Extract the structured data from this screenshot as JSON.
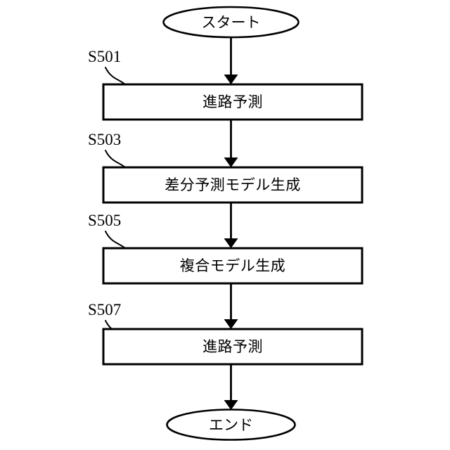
{
  "figure": {
    "type": "flowchart",
    "orientation": "vertical",
    "background_color": "#ffffff",
    "line_color": "#000000"
  },
  "nodes": {
    "start": {
      "shape": "ellipse",
      "label": "スタート"
    },
    "end": {
      "shape": "ellipse",
      "label": "エンド"
    },
    "steps": [
      {
        "ref": "S501",
        "shape": "rectangle",
        "label": "進路予測"
      },
      {
        "ref": "S503",
        "shape": "rectangle",
        "label": "差分予測モデル生成"
      },
      {
        "ref": "S505",
        "shape": "rectangle",
        "label": "複合モデル生成"
      },
      {
        "ref": "S507",
        "shape": "rectangle",
        "label": "進路予測"
      }
    ]
  },
  "connectors": [
    {
      "from": "start",
      "to": "S501",
      "style": "arrow-down"
    },
    {
      "from": "S501",
      "to": "S503",
      "style": "arrow-down"
    },
    {
      "from": "S503",
      "to": "S505",
      "style": "arrow-down"
    },
    {
      "from": "S505",
      "to": "S507",
      "style": "arrow-down"
    },
    {
      "from": "S507",
      "to": "end",
      "style": "arrow-down"
    }
  ]
}
